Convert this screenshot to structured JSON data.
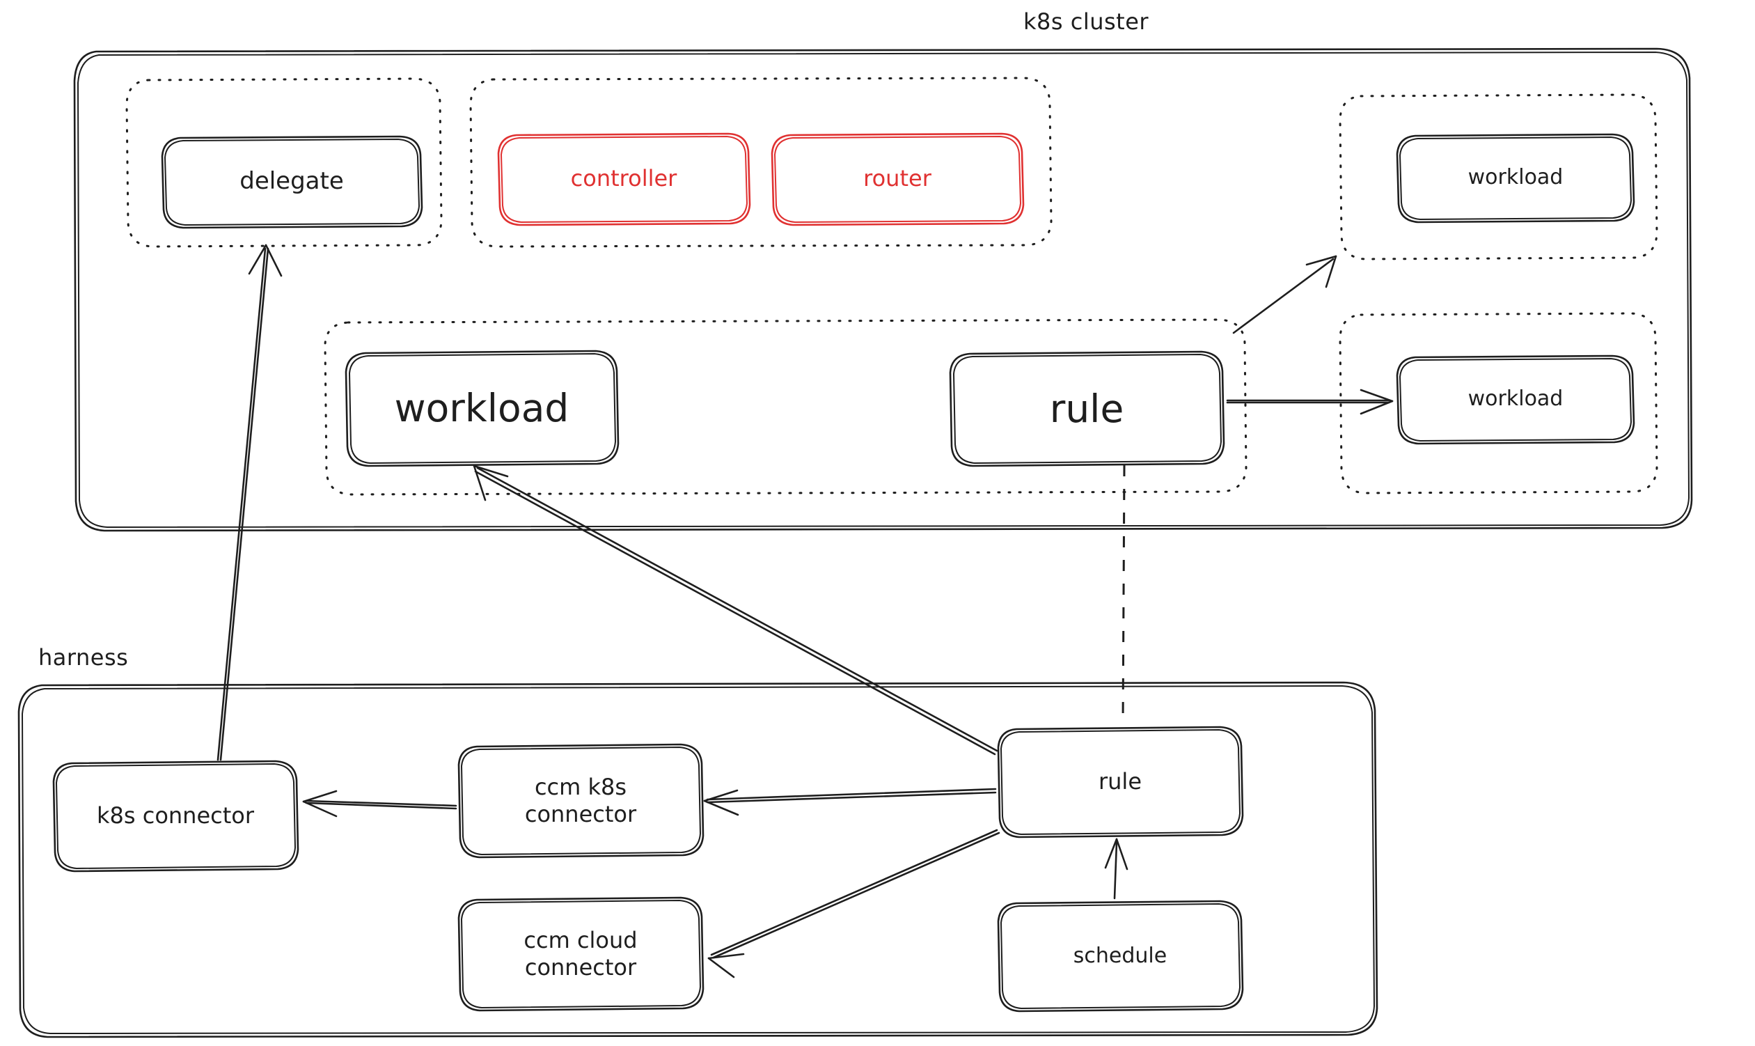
{
  "diagram": {
    "title": "k8s cluster and harness architecture",
    "style": "hand-drawn sketch",
    "colors": {
      "stroke": "#1e1e1e",
      "accent_red": "#e03131",
      "background": "#ffffff"
    }
  },
  "groups": {
    "k8s_cluster": {
      "label": "k8s cluster",
      "subgroups": [
        {
          "id": "delegate-group",
          "members": [
            "delegate"
          ]
        },
        {
          "id": "control-plane-group",
          "members": [
            "controller",
            "router"
          ]
        },
        {
          "id": "workload-group-top-right",
          "members": [
            "workload-top-right"
          ]
        },
        {
          "id": "workload-group-mid-right",
          "members": [
            "workload-mid-right"
          ]
        },
        {
          "id": "workload-rule-group",
          "members": [
            "workload-center",
            "rule-cluster"
          ]
        }
      ]
    },
    "harness": {
      "label": "harness",
      "members": [
        "k8s-connector",
        "ccm-k8s-connector",
        "ccm-cloud-connector",
        "rule-harness",
        "schedule"
      ]
    }
  },
  "nodes": {
    "delegate": {
      "label": "delegate",
      "color": "black"
    },
    "controller": {
      "label": "controller",
      "color": "red"
    },
    "router": {
      "label": "router",
      "color": "red"
    },
    "workload_top_right": {
      "label": "workload",
      "color": "black"
    },
    "workload_mid_right": {
      "label": "workload",
      "color": "black"
    },
    "workload_center": {
      "label": "workload",
      "color": "black"
    },
    "rule_cluster": {
      "label": "rule",
      "color": "black"
    },
    "k8s_connector": {
      "label": "k8s connector",
      "color": "black"
    },
    "ccm_k8s_connector": {
      "label": "ccm k8s\nconnector",
      "line1": "ccm k8s",
      "line2": "connector",
      "color": "black"
    },
    "ccm_cloud_connector": {
      "label": "ccm cloud\nconnector",
      "line1": "ccm cloud",
      "line2": "connector",
      "color": "black"
    },
    "rule_harness": {
      "label": "rule",
      "color": "black"
    },
    "schedule": {
      "label": "schedule",
      "color": "black"
    }
  },
  "edges": [
    {
      "id": "edge-k8sconnector-delegate",
      "from": "k8s-connector",
      "to": "delegate",
      "style": "solid",
      "arrow": "to"
    },
    {
      "id": "edge-rule-workload-center",
      "from": "rule-harness",
      "to": "workload-center",
      "style": "solid",
      "arrow": "to"
    },
    {
      "id": "edge-rule-ccm-k8s",
      "from": "rule-harness",
      "to": "ccm-k8s-connector",
      "style": "solid",
      "arrow": "to"
    },
    {
      "id": "edge-rule-ccm-cloud",
      "from": "rule-harness",
      "to": "ccm-cloud-connector",
      "style": "solid",
      "arrow": "to"
    },
    {
      "id": "edge-ccmk8s-k8sconnector",
      "from": "ccm-k8s-connector",
      "to": "k8s-connector",
      "style": "solid",
      "arrow": "to"
    },
    {
      "id": "edge-schedule-rule",
      "from": "schedule",
      "to": "rule-harness",
      "style": "solid",
      "arrow": "to"
    },
    {
      "id": "edge-rulecluster-workload-topright",
      "from": "rule-cluster",
      "to": "workload-top-right",
      "style": "solid",
      "arrow": "to"
    },
    {
      "id": "edge-rulecluster-workload-midright",
      "from": "rule-cluster",
      "to": "workload-mid-right",
      "style": "solid",
      "arrow": "to"
    },
    {
      "id": "edge-rulecluster-ruleharness",
      "from": "rule-cluster",
      "to": "rule-harness",
      "style": "dashed",
      "arrow": "none"
    }
  ]
}
